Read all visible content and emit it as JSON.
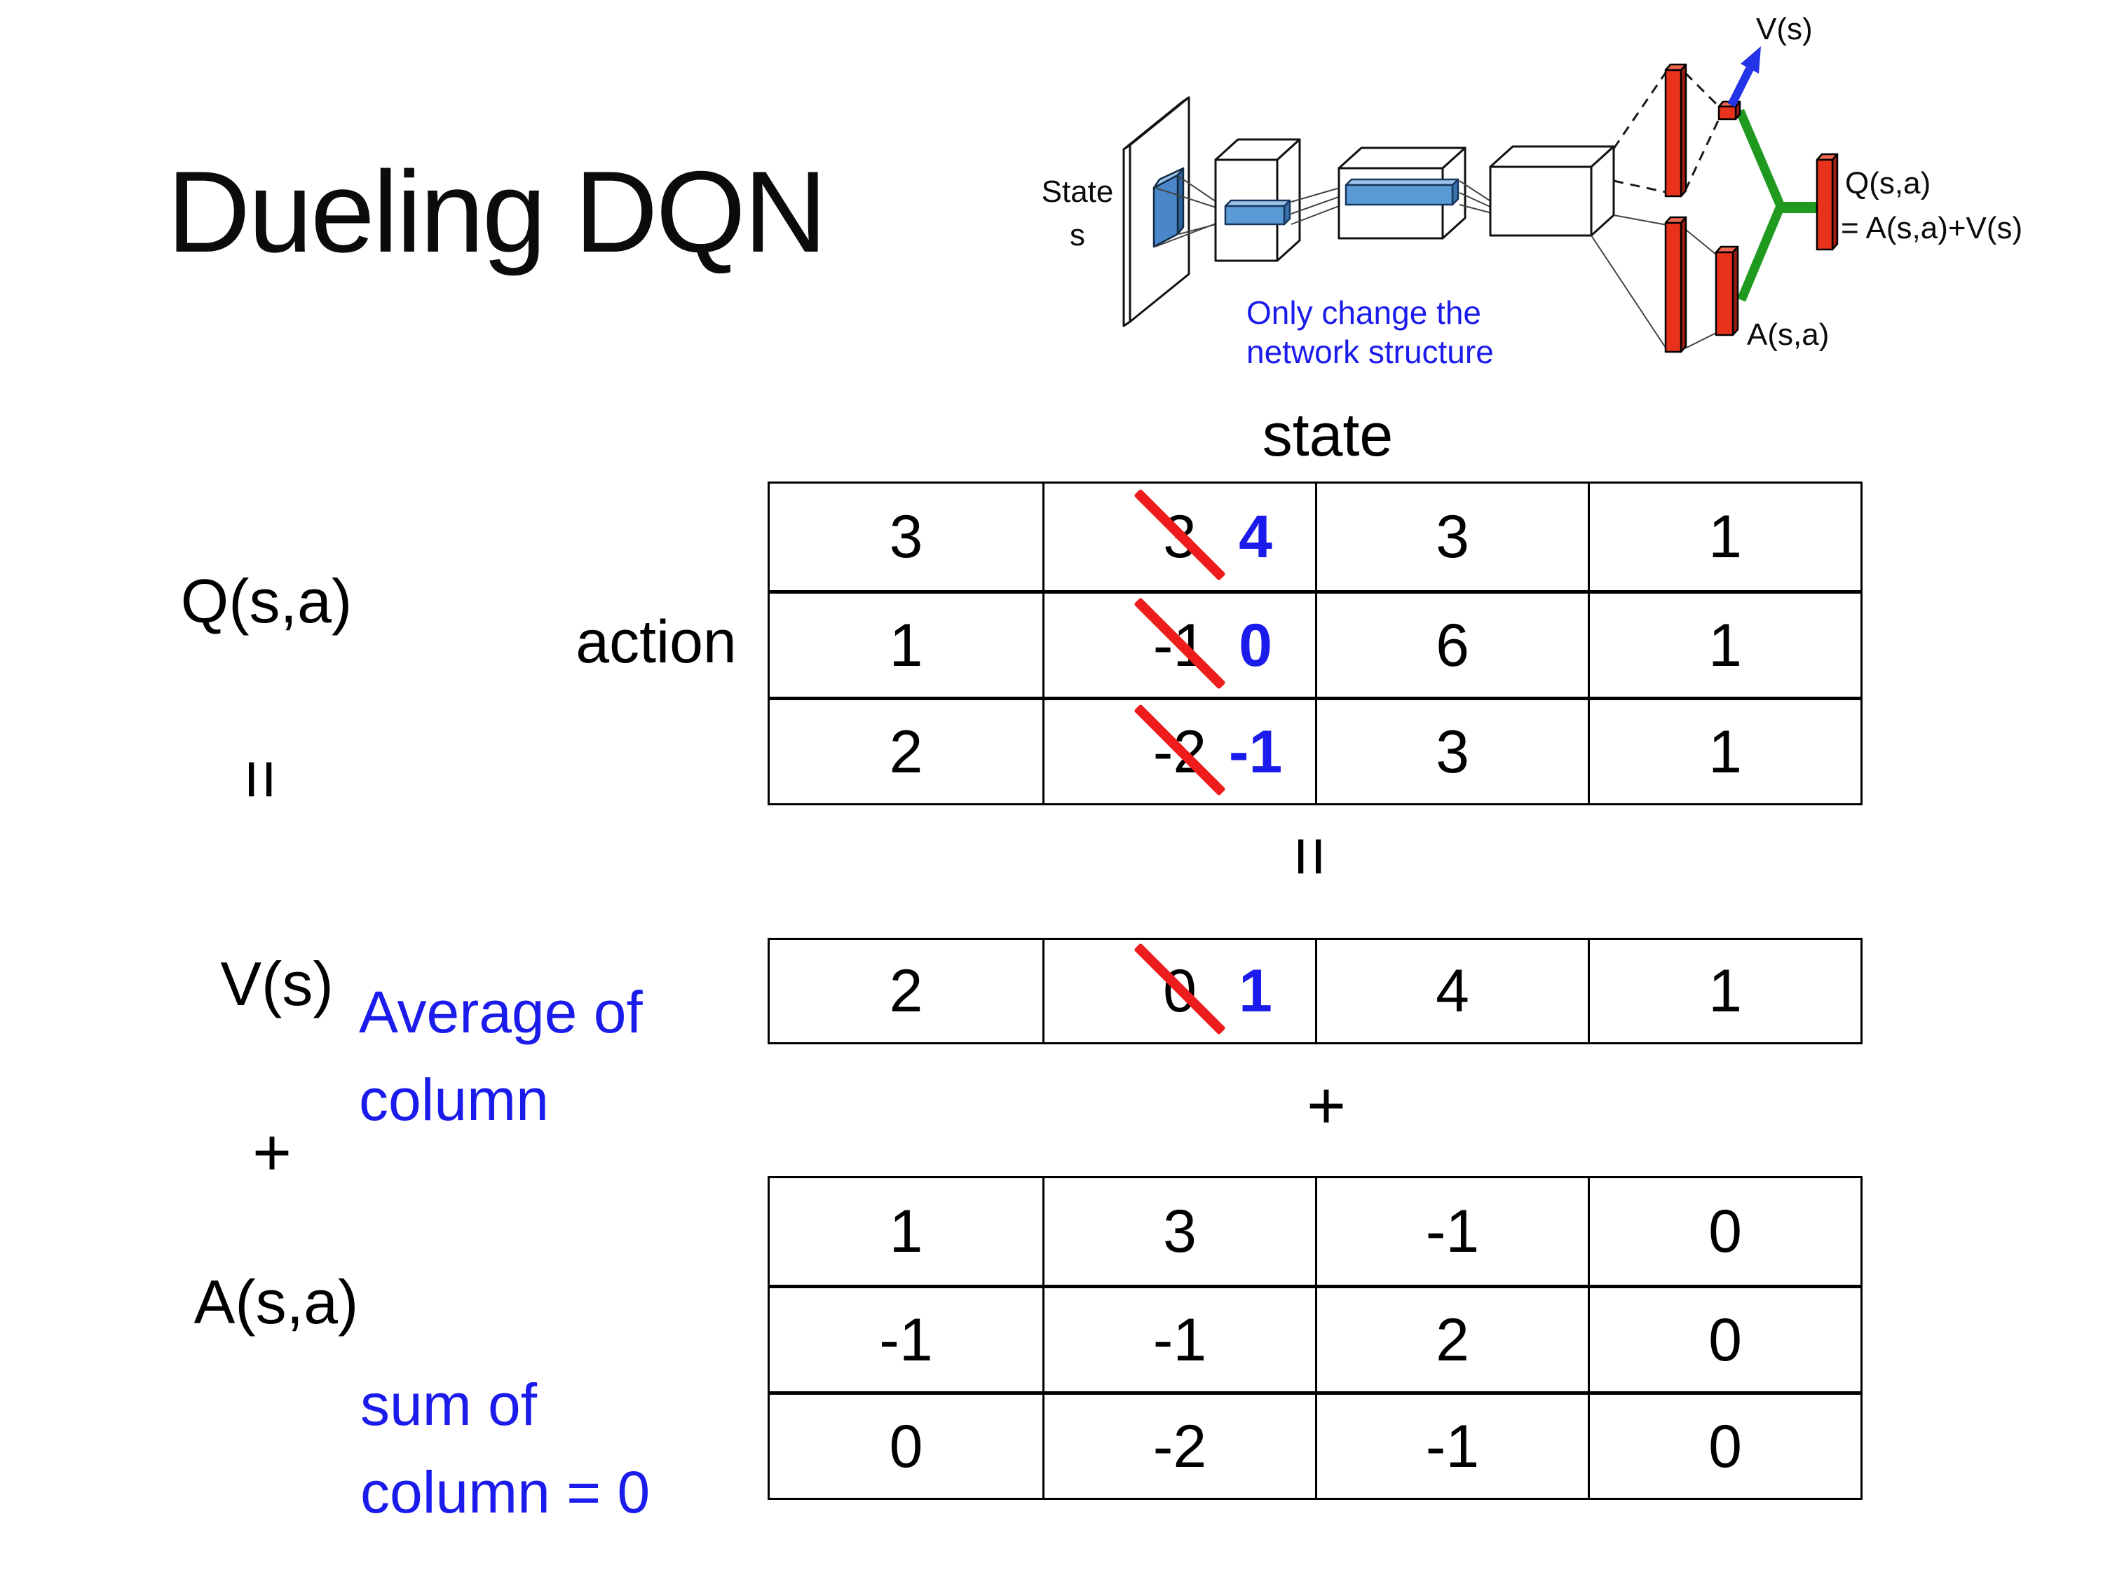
{
  "title": "Dueling DQN",
  "colors": {
    "text_black": "#0b0b0b",
    "accent_blue": "#1b1beb",
    "strike_red": "#ee1c1c",
    "bar_red": "#e8321c",
    "connector_green": "#1f9a1f",
    "arrow_blue": "#2233e8",
    "slab_blue": "#5b9bd5"
  },
  "diagram": {
    "state_line1": "State",
    "state_line2": "s",
    "v_out_label": "V(s)",
    "q_out_line1": "Q(s,a)",
    "q_out_line2": "= A(s,a)+V(s)",
    "a_out_label": "A(s,a)",
    "note_line1": "Only change the",
    "note_line2": "network structure"
  },
  "decomposition": {
    "q_label": "Q(s,a)",
    "state_header": "state",
    "action_header": "action",
    "equals_left": "=",
    "equals_mid": "=",
    "plus_left": "+",
    "plus_mid": "+",
    "v_label": "V(s)",
    "a_label": "A(s,a)",
    "avg_note_line1": "Average of",
    "avg_note_line2": "column",
    "sum_note_line1": "sum of",
    "sum_note_line2": "column = 0"
  },
  "tables": {
    "q": {
      "r0": {
        "c0": "3",
        "c1_old": "3",
        "c1_new": "4",
        "c2": "3",
        "c3": "1"
      },
      "r1": {
        "c0": "1",
        "c1_old": "-1",
        "c1_new": "0",
        "c2": "6",
        "c3": "1"
      },
      "r2": {
        "c0": "2",
        "c1_old": "-2",
        "c1_new": "-1",
        "c2": "3",
        "c3": "1"
      }
    },
    "v": {
      "r0": {
        "c0": "2",
        "c1_old": "0",
        "c1_new": "1",
        "c2": "4",
        "c3": "1"
      }
    },
    "a": {
      "r0": {
        "c0": "1",
        "c1": "3",
        "c2": "-1",
        "c3": "0"
      },
      "r1": {
        "c0": "-1",
        "c1": "-1",
        "c2": "2",
        "c3": "0"
      },
      "r2": {
        "c0": "0",
        "c1": "-2",
        "c2": "-1",
        "c3": "0"
      }
    }
  }
}
